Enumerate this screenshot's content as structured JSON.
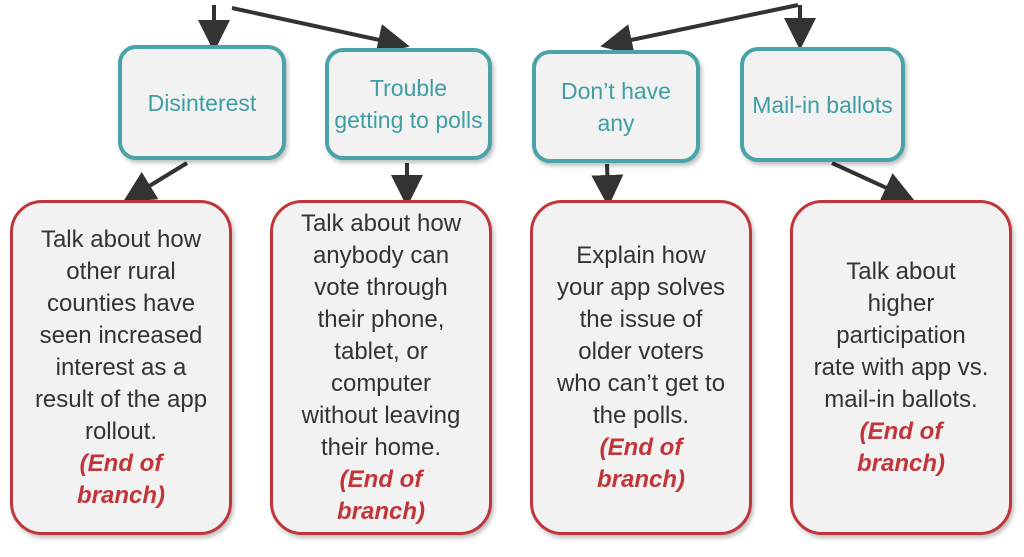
{
  "categories": [
    {
      "label": "Disinterest",
      "response": "Talk about how other rural counties have seen increased interest as a result of the app rollout.",
      "end": "(End of branch)"
    },
    {
      "label": "Trouble getting to polls",
      "response": "Talk about how anybody can vote through their phone, tablet, or computer without leaving their home.",
      "end": "(End of branch)"
    },
    {
      "label": "Don’t have any",
      "response": "Explain how your app solves the issue of older voters who can’t get to the polls.",
      "end": "(End of branch)"
    },
    {
      "label": "Mail-in ballots",
      "response": "Talk about higher participation rate with app vs. mail-in ballots.",
      "end": "(End of branch)"
    }
  ]
}
